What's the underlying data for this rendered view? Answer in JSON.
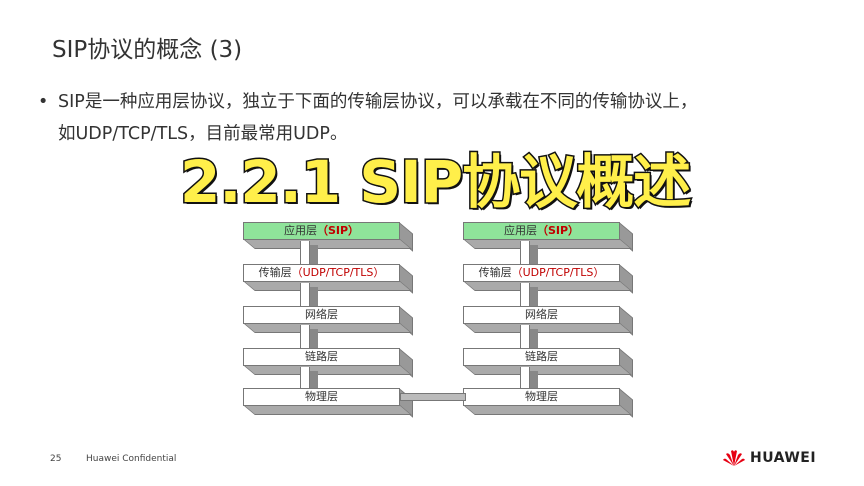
{
  "slide": {
    "title": "SIP协议的概念 (3)",
    "bullet_line1": "SIP是一种应用层协议，独立于下面的传输层协议，可以承载在不同的传输协议上，",
    "bullet_line2": "如UDP/TCP/TLS，目前最常用UDP。",
    "bullet_symbol": "•"
  },
  "diagram": {
    "stacks": [
      {
        "layers": [
          {
            "name": "应用层",
            "proto": "（SIP）"
          },
          {
            "name": "传输层",
            "proto": "（UDP/TCP/TLS）"
          },
          {
            "name": "网络层",
            "proto": ""
          },
          {
            "name": "链路层",
            "proto": ""
          },
          {
            "name": "物理层",
            "proto": ""
          }
        ]
      },
      {
        "layers": [
          {
            "name": "应用层",
            "proto": "（SIP）"
          },
          {
            "name": "传输层",
            "proto": "（UDP/TCP/TLS）"
          },
          {
            "name": "网络层",
            "proto": ""
          },
          {
            "name": "链路层",
            "proto": ""
          },
          {
            "name": "物理层",
            "proto": ""
          }
        ]
      }
    ],
    "colors": {
      "app_layer": "#8fe39a",
      "protocol_text": "#c00000"
    }
  },
  "overlay_caption": "2.2.1 SIP协议概述",
  "footer": {
    "page_number": "25",
    "confidential": "Huawei Confidential",
    "logo_text": "HUAWEI",
    "logo_color": "#e60012"
  }
}
